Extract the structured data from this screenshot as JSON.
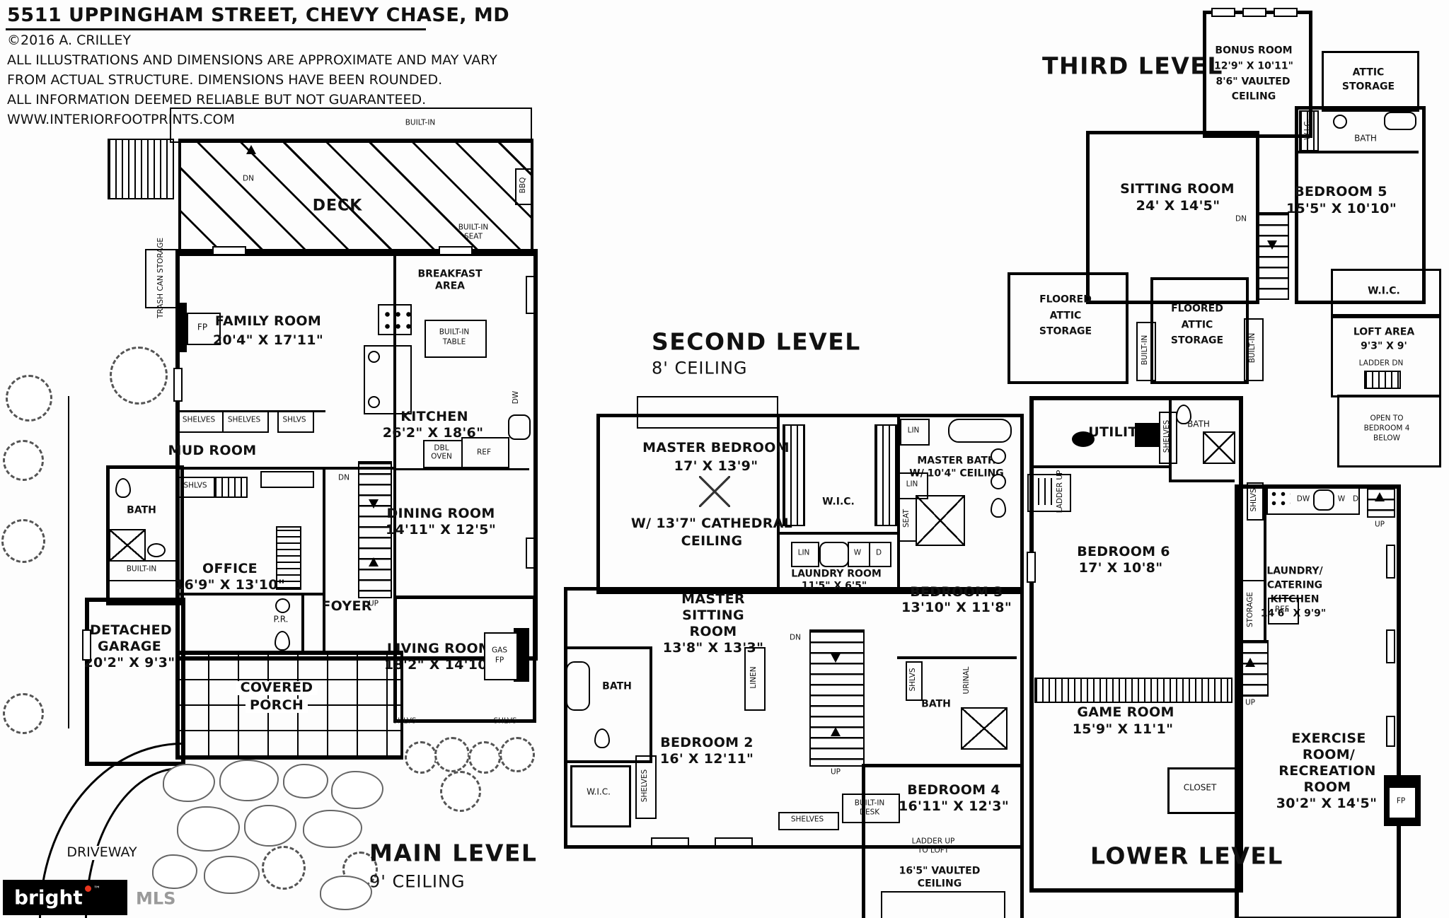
{
  "header": {
    "title": "5511 UPPINGHAM STREET, CHEVY CHASE, MD",
    "copyright": "©2016 A. CRILLEY",
    "disclaimer1": "ALL ILLUSTRATIONS AND DIMENSIONS ARE APPROXIMATE AND MAY VARY",
    "disclaimer2": "FROM ACTUAL STRUCTURE. DIMENSIONS HAVE BEEN ROUNDED.",
    "disclaimer3": "ALL INFORMATION DEEMED RELIABLE BUT NOT GUARANTEED.",
    "website": "WWW.INTERIORFOOTPRINTS.COM"
  },
  "logo": {
    "brand": "bright",
    "tm": "™",
    "mls": "MLS",
    "accent": "#e8351e"
  },
  "common": {
    "shelves": "SHELVES",
    "shlvs": "SHLVS",
    "lin": "LIN",
    "linen": "LINEN",
    "wic": "W.I.C.",
    "bath": "BATH",
    "builtIn": "BUILT-IN",
    "dn": "DN",
    "up": "UP",
    "fp": "FP",
    "ref": "REF",
    "dw": "DW",
    "w": "W",
    "d": "D",
    "seat": "SEAT",
    "storage": "STORAGE",
    "closet": "CLOSET",
    "urinal": "URINAL",
    "utility": "UTILITY",
    "ladderUp": "LADDER UP",
    "ladderDn": "LADDER DN",
    "pr": "P.R.",
    "bbq": "BBQ",
    "deck": "DECK",
    "driveway": "DRIVEWAY",
    "gas": "GAS",
    "trash": "TRASH CAN STORAGE",
    "mudRoom": "MUD ROOM",
    "foyer": "FOYER",
    "openTo": "OPEN TO",
    "bedroom4": "BEDROOM 4",
    "below": "BELOW",
    "floored": "FLOORED",
    "attic": "ATTIC"
  },
  "levels": {
    "main": {
      "title": "MAIN LEVEL",
      "subtitle": "9' CEILING",
      "rooms": {
        "family": {
          "name": "FAMILY ROOM",
          "dims": "20'4\" X 17'11\""
        },
        "kitchen": {
          "name": "KITCHEN",
          "dims": "26'2\" X 18'6\""
        },
        "dining": {
          "name": "DINING ROOM",
          "dims": "14'11\" X 12'5\""
        },
        "living": {
          "name": "LIVING ROOM",
          "dims": "18'2\" X 14'10\""
        },
        "office": {
          "name": "OFFICE",
          "dims": "16'9\" X 13'10\""
        },
        "garage": {
          "l1": "DETACHED",
          "l2": "GARAGE",
          "dims": "20'2\" X 9'3\""
        },
        "breakfast": {
          "l1": "BREAKFAST",
          "l2": "AREA"
        },
        "builtInTable": {
          "l1": "BUILT-IN",
          "l2": "TABLE"
        },
        "builtInSeat": {
          "l1": "BUILT-IN",
          "l2": "SEAT"
        },
        "dblOven": {
          "l1": "DBL",
          "l2": "OVEN"
        },
        "porch": {
          "l1": "COVERED",
          "l2": "PORCH"
        }
      }
    },
    "second": {
      "title": "SECOND LEVEL",
      "subtitle": "8' CEILING",
      "rooms": {
        "master": {
          "name": "MASTER BEDROOM",
          "dims": "17' X 13'9\""
        },
        "cathedral": {
          "l1": "W/ 13'7\" CATHEDRAL",
          "l2": "CEILING"
        },
        "sitting": {
          "l1": "MASTER",
          "l2": "SITTING",
          "l3": "ROOM",
          "dims": "13'8\" X 13'3\""
        },
        "masterBath": {
          "l1": "MASTER BATH",
          "l2": "W/ 10'4\" CEILING"
        },
        "laundry": {
          "name": "LAUNDRY ROOM",
          "dims": "11'5\" X 6'5\""
        },
        "b2": {
          "name": "BEDROOM 2",
          "dims": "16' X 12'11\""
        },
        "b3": {
          "name": "BEDROOM 3",
          "dims": "13'10\" X 11'8\""
        },
        "b4": {
          "name": "BEDROOM 4",
          "dims": "16'11\" X 12'3\""
        },
        "desk": {
          "l1": "BUILT-IN",
          "l2": "DESK"
        },
        "ladderLoft": {
          "l1": "LADDER UP",
          "l2": "TO LOFT"
        },
        "vaulted": {
          "l1": "16'5\" VAULTED",
          "l2": "CEILING"
        }
      }
    },
    "third": {
      "title": "THIRD LEVEL",
      "rooms": {
        "bonus": {
          "l1": "BONUS ROOM",
          "l2": "12'9\" X 10'11\"",
          "l3": "8'6\" VAULTED",
          "l4": "CEILING"
        },
        "sitting": {
          "name": "SITTING ROOM",
          "dims": "24' X 14'5\""
        },
        "b5": {
          "name": "BEDROOM 5",
          "dims": "15'5\" X 10'10\""
        },
        "loft": {
          "name": "LOFT AREA",
          "dims": "9'3\" X 9'"
        }
      }
    },
    "lower": {
      "title": "LOWER LEVEL",
      "rooms": {
        "b6": {
          "name": "BEDROOM 6",
          "dims": "17' X 10'8\""
        },
        "catering": {
          "l1": "LAUNDRY/",
          "l2": "CATERING",
          "l3": "KITCHEN",
          "dims": "14'6\" X 9'9\""
        },
        "game": {
          "name": "GAME ROOM",
          "dims": "15'9\" X 11'1\""
        },
        "exercise": {
          "l1": "EXERCISE",
          "l2": "ROOM/",
          "l3": "RECREATION",
          "l4": "ROOM",
          "dims": "30'2\" X 14'5\""
        }
      }
    }
  }
}
